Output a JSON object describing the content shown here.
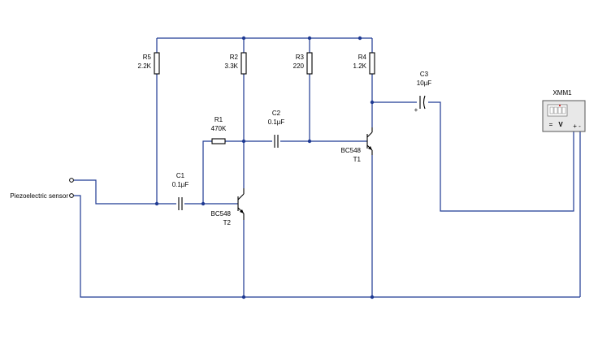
{
  "colors": {
    "wire": "#1f3a93",
    "component": "#000000",
    "background": "#ffffff",
    "meter_face": "#e8e8e8"
  },
  "components": {
    "R5": {
      "ref": "R5",
      "value": "2.2K"
    },
    "R2": {
      "ref": "R2",
      "value": "3.3K"
    },
    "R3": {
      "ref": "R3",
      "value": "220"
    },
    "R4": {
      "ref": "R4",
      "value": "1.2K"
    },
    "R1": {
      "ref": "R1",
      "value": "470K"
    },
    "C1": {
      "ref": "C1",
      "value": "0.1µF"
    },
    "C2": {
      "ref": "C2",
      "value": "0.1µF"
    },
    "C3": {
      "ref": "C3",
      "value": "10µF",
      "polarity": "+"
    },
    "T1": {
      "ref": "T1",
      "model": "BC548"
    },
    "T2": {
      "ref": "T2",
      "model": "BC548"
    },
    "XMM1": {
      "ref": "XMM1",
      "mode": "V",
      "terminals": "+ -"
    }
  },
  "sensor": {
    "label": "Piezoelectric sensor"
  }
}
